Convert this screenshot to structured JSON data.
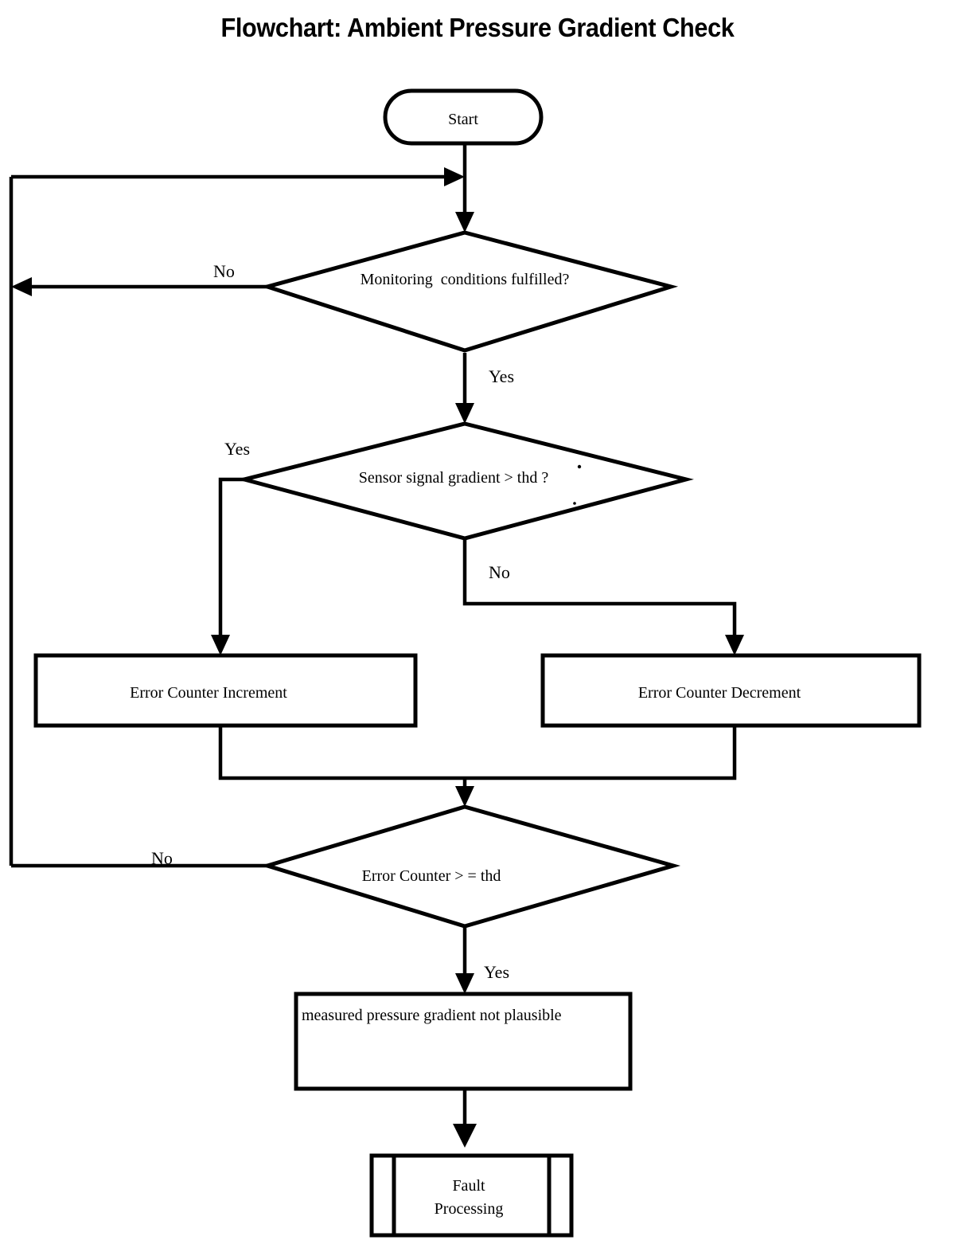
{
  "title": "Flowchart: Ambient Pressure Gradient Check",
  "diagram": {
    "type": "flowchart",
    "orientation": "top-to-bottom",
    "nodes": [
      {
        "id": "start",
        "shape": "terminator",
        "label": "Start"
      },
      {
        "id": "cond",
        "shape": "decision",
        "label": "Monitoring  conditions fulfilled?"
      },
      {
        "id": "gradient",
        "shape": "decision",
        "label": "Sensor signal gradient > thd ?"
      },
      {
        "id": "inc",
        "shape": "process",
        "label": "Error Counter Increment"
      },
      {
        "id": "dec",
        "shape": "process",
        "label": "Error Counter Decrement"
      },
      {
        "id": "counter",
        "shape": "decision",
        "label": "Error Counter > = thd"
      },
      {
        "id": "notplaus",
        "shape": "process",
        "label": "measured pressure gradient not plausible"
      },
      {
        "id": "fault",
        "shape": "predefined-process",
        "label_line1": "Fault",
        "label_line2": "Processing"
      }
    ],
    "edges": [
      {
        "from": "start",
        "to": "cond",
        "label": ""
      },
      {
        "from": "cond",
        "to": "loop",
        "label": "No"
      },
      {
        "from": "cond",
        "to": "gradient",
        "label": "Yes"
      },
      {
        "from": "gradient",
        "to": "inc",
        "label": "Yes"
      },
      {
        "from": "gradient",
        "to": "dec",
        "label": "No"
      },
      {
        "from": "inc",
        "to": "counter",
        "label": ""
      },
      {
        "from": "dec",
        "to": "counter",
        "label": ""
      },
      {
        "from": "counter",
        "to": "loop",
        "label": "No"
      },
      {
        "from": "counter",
        "to": "notplaus",
        "label": "Yes"
      },
      {
        "from": "notplaus",
        "to": "fault",
        "label": ""
      }
    ],
    "edge_labels": {
      "cond_no": "No",
      "cond_yes": "Yes",
      "gradient_yes": "Yes",
      "gradient_no": "No",
      "counter_no": "No",
      "counter_yes": "Yes"
    },
    "colors": {
      "stroke": "#000000",
      "fill": "#ffffff",
      "text": "#000000",
      "background": "#ffffff"
    }
  }
}
